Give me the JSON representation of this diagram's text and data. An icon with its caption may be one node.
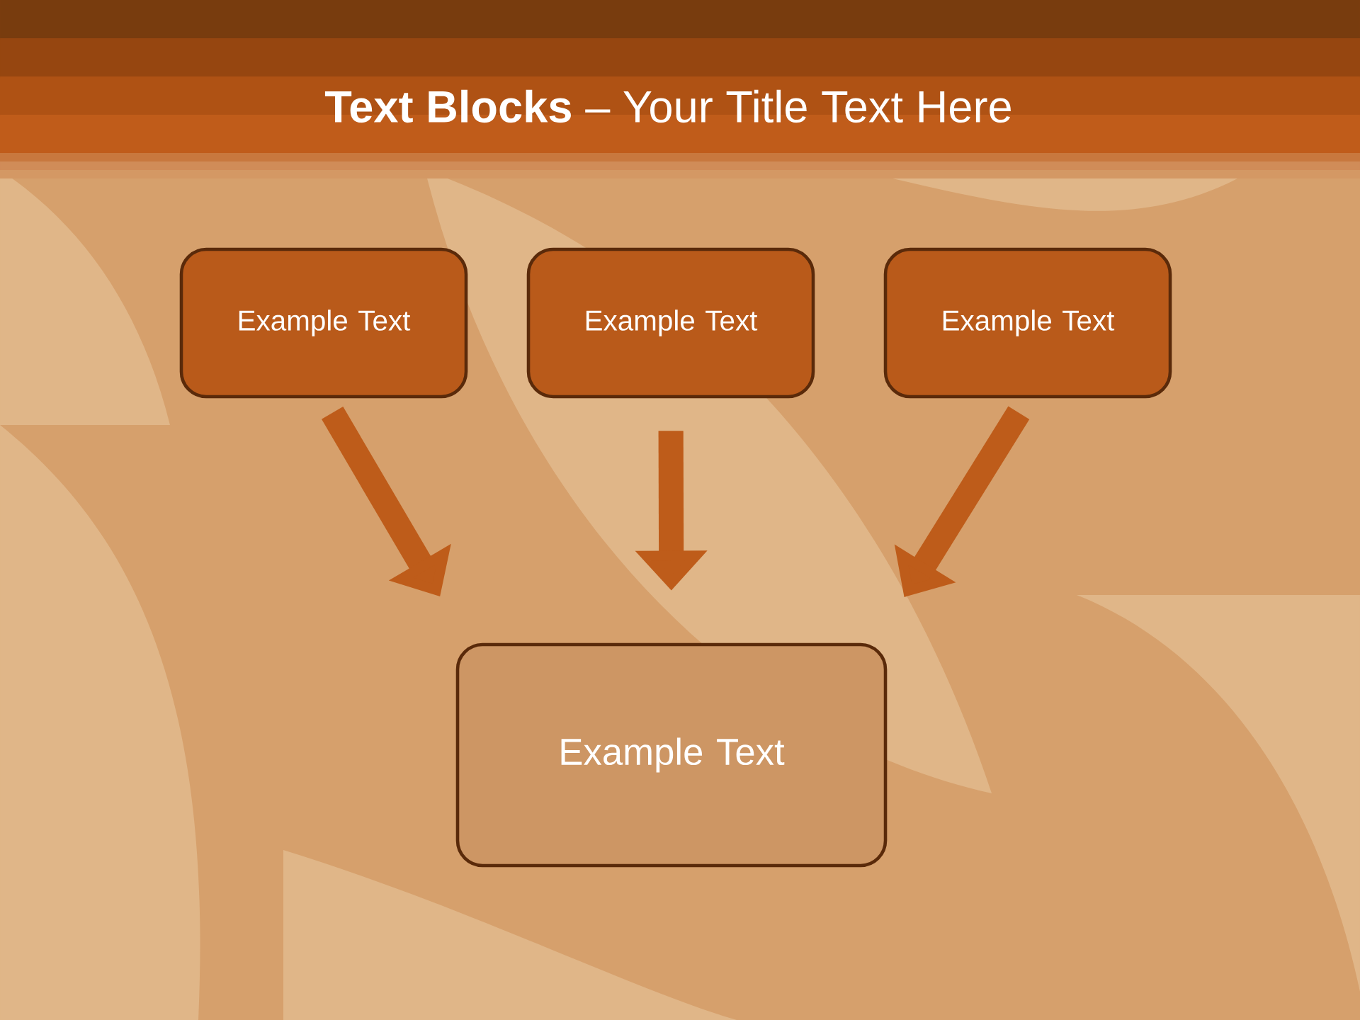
{
  "diagram": {
    "title": "**Text Blocks** – Your Title Text Here",
    "nodes": [
      {
        "text": [
          "Example Text"
        ]
      },
      {
        "text": [
          "Example Text"
        ]
      },
      {
        "text": [
          "Example Text"
        ]
      },
      {
        "text": [
          "Example Text"
        ]
      }
    ],
    "edges": [
      {
        "from": 0,
        "to": 3,
        "arrow": "to"
      },
      {
        "from": 1,
        "to": 3,
        "arrow": "to"
      },
      {
        "from": 2,
        "to": 3,
        "arrow": "to"
      }
    ]
  }
}
